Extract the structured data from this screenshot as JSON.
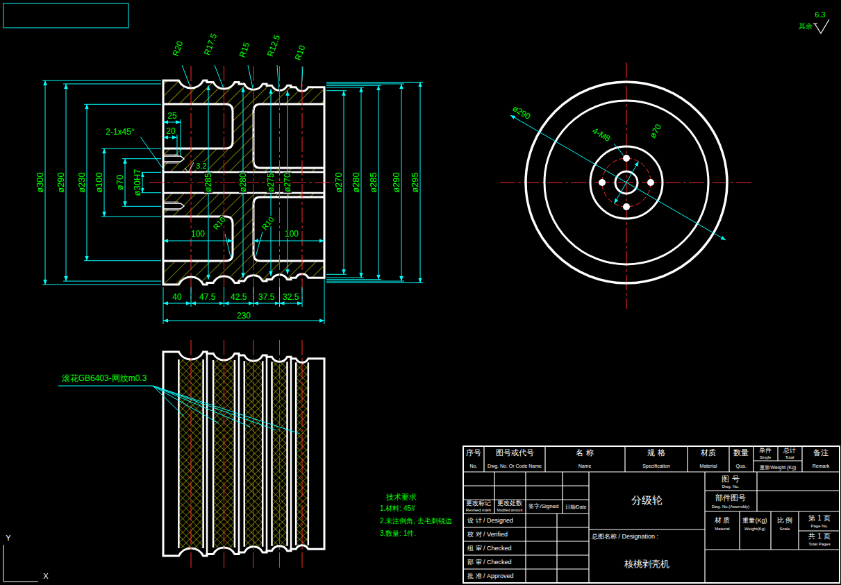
{
  "diagram": {
    "labels": [
      "其余",
      "6.3",
      "R20",
      "R17.5",
      "R15",
      "R12.5",
      "R10",
      "2-1x45°",
      "25",
      "20",
      "ø300",
      "ø290",
      "ø230",
      "ø100",
      "ø70",
      "ø30H7",
      "3.2",
      "ø285",
      "ø280",
      "ø275",
      "ø270",
      "ø270",
      "ø280",
      "ø285",
      "ø290",
      "ø295",
      "100",
      "R10",
      "R10",
      "100",
      "40",
      "47.5",
      "42.5",
      "37.5",
      "32.5",
      "230",
      "ø290",
      "4-M8",
      "ø70",
      "滚花GB6403-网纹m0.3",
      "技术要求",
      "1.材料: 45#",
      "2.未注倒角, 去毛刺锐边",
      "3.数量: 1件.",
      "序号",
      "图号或代号",
      "名 称",
      "规 格",
      "材质",
      "数量",
      "单件",
      "总计",
      "备注",
      "No.",
      "Dwg. No. Or Code Name",
      "Name",
      "Specification",
      "Material",
      "Qua.",
      "Single",
      "Total",
      "重量/Weight (Kg)",
      "Remark",
      "更改标记",
      "Revised mark",
      "更改处数",
      "Modified amount",
      "签字/Signed",
      "日期/Date",
      "设 计 / Designed",
      "校 对 / Verified",
      "组 审 / Checked",
      "部 审 / Checked",
      "批 准 / Approved",
      "分级轮",
      "总图名称 / Designation :",
      "核桃剥壳机",
      "图 号",
      "Dwg. No.",
      "部件图号",
      "Dwg. No.(Assembly)",
      "材 质",
      "Material",
      "重量(Kg)",
      "Weight(Kg)",
      "比 例",
      "Scale",
      "第 1 页",
      "Page No.",
      "共 1 页",
      "Total Pages",
      "Y",
      "X"
    ]
  }
}
